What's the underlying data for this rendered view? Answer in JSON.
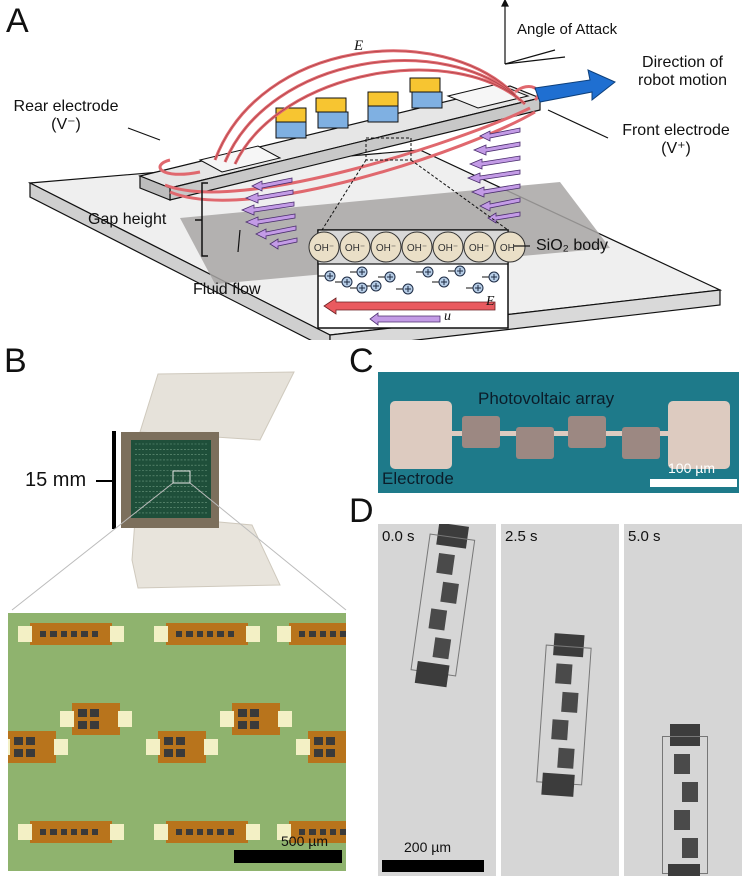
{
  "figure": {
    "panels": {
      "A": {
        "letter": "A",
        "labels": {
          "efield_vector": "E⃗",
          "angle_of_attack": "Angle of Attack",
          "direction_line1": "Direction of",
          "direction_line2": "robot motion",
          "rear_electrode_line1": "Rear electrode",
          "rear_electrode_line2": "(V⁻)",
          "front_electrode_line1": "Front electrode",
          "front_electrode_line2": "(V⁺)",
          "gap_height": "Gap height",
          "fluid_flow": "Fluid flow",
          "sio2_body": "SiO₂ body",
          "inset_efield": "E⃗",
          "inset_velocity": "u⃗",
          "hydroxide": "OH⁻"
        },
        "hydroxide_count": 7,
        "cation_count": 12,
        "pv_cell_count": 4,
        "colors": {
          "field_lines": "#e0686e",
          "flow_arrows": "#c39be6",
          "motion_arrow": "#1f6fd1",
          "pv_top": "#f7c531",
          "pv_bottom": "#7fb0e2",
          "substrate": "#eeeeee",
          "shadow": "#a8a6a4",
          "oh_circle": "#eadfc7",
          "cation": "#b6cde6"
        }
      },
      "B": {
        "letter": "B",
        "scale_top": "15 mm",
        "scale_bottom": "500 µm",
        "colors": {
          "chip": "#1f4f3a",
          "glove": "#e6e2da",
          "micrograph_bg": "#8fb36e",
          "robot_body": "#b8741c",
          "electrode": "#f3f0c5"
        }
      },
      "C": {
        "letter": "C",
        "title": "Photovoltaic array",
        "electrode_label": "Electrode",
        "scale": "100 µm",
        "colors": {
          "background": "#1e7a8a",
          "electrode": "#ddcbc0",
          "pv": "#9c8882"
        }
      },
      "D": {
        "letter": "D",
        "frames": [
          {
            "time": "0.0 s"
          },
          {
            "time": "2.5 s"
          },
          {
            "time": "5.0 s"
          }
        ],
        "scale": "200 µm",
        "colors": {
          "background": "#d6d6d6",
          "robot": "#3c3c3c"
        }
      }
    }
  }
}
